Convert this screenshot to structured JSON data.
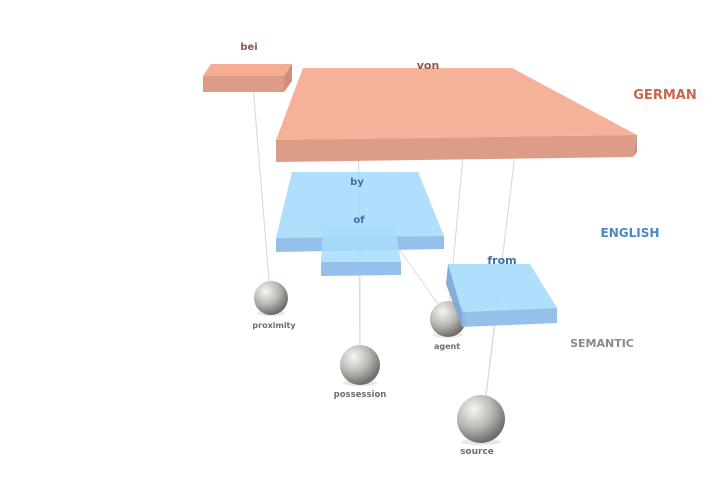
{
  "colors": {
    "german_top": "#f6ad93",
    "german_front": "#dc9c87",
    "german_side": "#cf8f7b",
    "german_label": "#c8674b",
    "german_word": "#8c5a4c",
    "english_top": "#a7dcfb",
    "english_front": "#8fbde9",
    "english_side": "#7fa9d6",
    "english_label": "#4c88c6",
    "english_word": "#3f6fa3",
    "semantic_label": "#8a8a8a",
    "concept_label": "#6f6f6f",
    "connector": "#dcdcdc",
    "sphere_light": "#f6f6f4",
    "sphere_mid": "#b9b8b3",
    "sphere_dark": "#6f6e6a"
  },
  "layers": {
    "german": "GERMAN",
    "english": "ENGLISH",
    "semantic": "SEMANTIC"
  },
  "words": {
    "bei": "bei",
    "von": "von",
    "by": "by",
    "of": "of",
    "from": "from"
  },
  "concepts": {
    "proximity": "proximity",
    "possession": "possession",
    "agent": "agent",
    "source": "source"
  }
}
